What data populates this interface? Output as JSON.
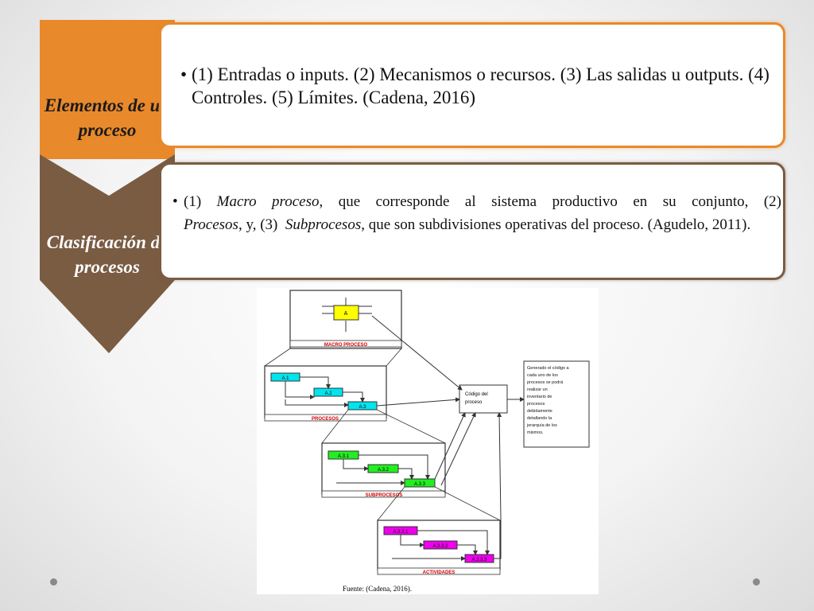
{
  "chevrons": [
    {
      "label": "Elementos de un proceso",
      "color": "#e8892b"
    },
    {
      "label": "Clasificación de procesos",
      "color": "#7a5c43"
    }
  ],
  "cards": {
    "elements": {
      "bullet": "•",
      "text": "(1) Entradas o inputs. (2) Mecanismos o recursos. (3) Las salidas u outputs. (4) Controles. (5) Límites. (Cadena, 2016)",
      "border_color": "#e8892b"
    },
    "classification": {
      "bullet": "•",
      "part1": "(1) ",
      "italic1": "Macro proceso",
      "part2": ", que corresponde al sistema productivo en su conjunto, (2) ",
      "italic2": "Procesos",
      "part3": ", y, (3)  ",
      "italic3": "Subprocesos",
      "part4": ", que son subdivisiones operativas del proceso. (Agudelo, 2011).",
      "border_color": "#7a5c43"
    }
  },
  "diagram": {
    "levels": {
      "macro": {
        "title": "MACRO PROCESO",
        "boxes": [
          "A"
        ],
        "color": "#ffff00"
      },
      "procesos": {
        "title": "PROCESOS",
        "boxes": [
          "A.1",
          "A.2",
          "A.3"
        ],
        "color": "#00e5ee"
      },
      "subprocesos": {
        "title": "SUBPROCESOS",
        "boxes": [
          "A.3.1",
          "A.3.2",
          "A.3.3"
        ],
        "color": "#22ee22"
      },
      "actividades": {
        "title": "ACTIVIDADES",
        "boxes": [
          "A.3.3.1",
          "A.3.3.2",
          "A.3.3.3"
        ],
        "color": "#ee00ee"
      }
    },
    "code_box": [
      "Código del",
      "proceso"
    ],
    "note_box": [
      "Generado el código a",
      "cada uno de los",
      "procesos se podrá",
      "realizar un",
      "inventario de",
      "procesos",
      "debidamente",
      "detallando la",
      "jerarquía de los",
      "mismos."
    ],
    "source": "Fuente: (Cadena, 2016)."
  }
}
